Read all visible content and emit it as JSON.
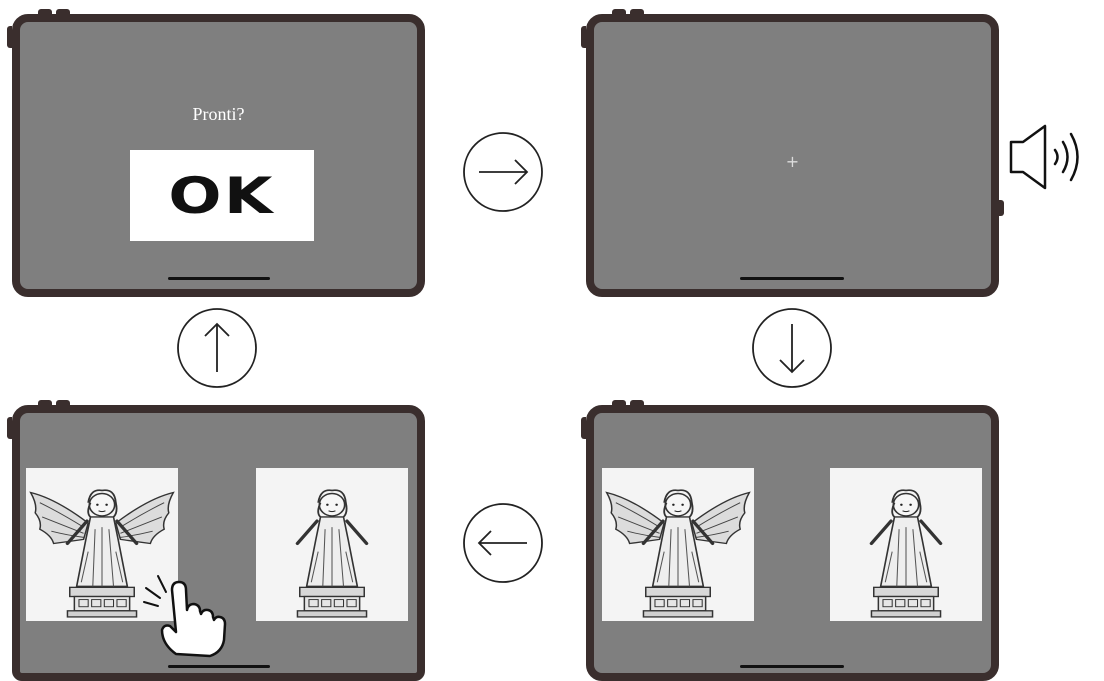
{
  "screen1": {
    "prompt": "Pronti?",
    "ok_label": "OK"
  },
  "screen2": {
    "fixation": "+"
  },
  "arrows": {
    "right": "right-arrow",
    "down": "down-arrow",
    "left": "left-arrow",
    "up": "up-arrow"
  },
  "icons": {
    "speaker": "speaker-icon",
    "hand": "pointing-hand-icon"
  },
  "stimuli": {
    "winged": "winged-angel-statue",
    "wingless": "wingless-statue"
  },
  "colors": {
    "screen": "#7f7f7f",
    "frame": "#3a2e2d",
    "ok_bg": "#ffffff"
  }
}
